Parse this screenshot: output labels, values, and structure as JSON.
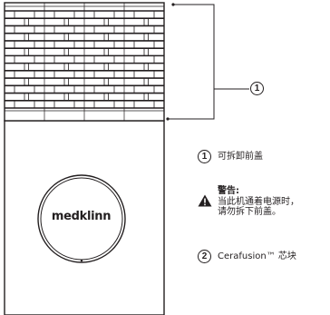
{
  "callouts": [
    {
      "number": "1",
      "label": ""
    },
    {
      "number": "1",
      "label": "可拆卸前盖"
    },
    {
      "number": "2",
      "label": "Cerafusion™ 芯块"
    }
  ],
  "warning": {
    "icon": "warning-triangle-icon",
    "title": "警告:",
    "lines": [
      "当此机通着电源时，",
      "请勿拆下前盖。"
    ]
  },
  "device": {
    "logo_text": "medklinn"
  },
  "colors": {
    "stroke": "#231f20",
    "background": "#ffffff"
  }
}
